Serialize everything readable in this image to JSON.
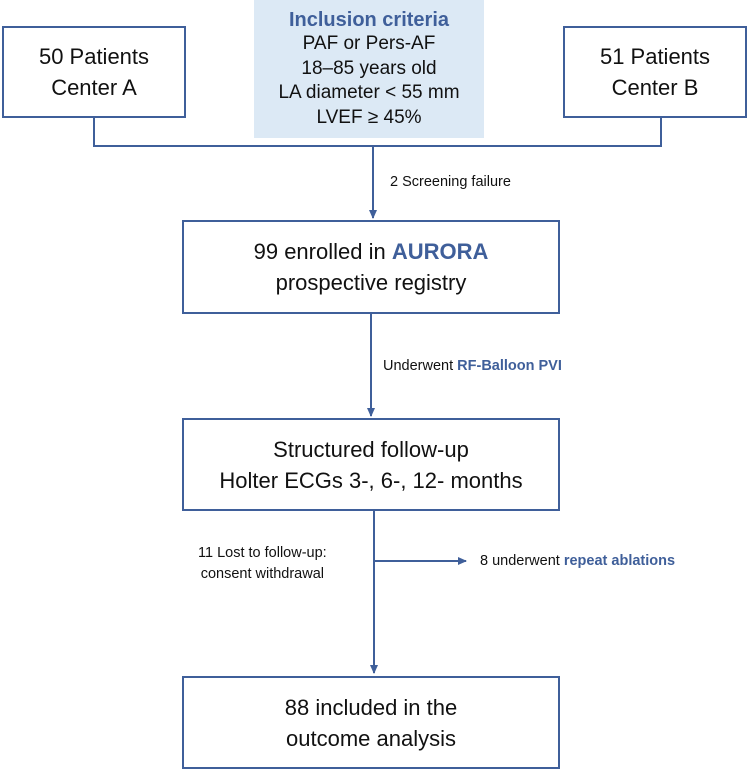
{
  "center_a": {
    "line1": "50 Patients",
    "line2": "Center A"
  },
  "center_b": {
    "line1": "51 Patients",
    "line2": "Center B"
  },
  "inclusion": {
    "heading": "Inclusion criteria",
    "items": [
      "PAF or Pers-AF",
      "18–85 years old",
      "LA diameter < 55 mm",
      "LVEF ≥ 45%"
    ]
  },
  "screening_note": "2 Screening failure",
  "enrolled": {
    "line1_prefix": "99 enrolled in ",
    "line1_highlight": "AURORA",
    "line2": "prospective registry"
  },
  "procedure_note": {
    "prefix": "Underwent ",
    "highlight": "RF-Balloon PVI"
  },
  "followup": {
    "line1": "Structured follow-up",
    "line2": "Holter ECGs 3-, 6-, 12- months"
  },
  "lost_note": {
    "line1": "11 Lost to follow-up:",
    "line2": "consent withdrawal"
  },
  "repeat_note": {
    "prefix": "8 underwent ",
    "highlight": "repeat ablations"
  },
  "included": {
    "line1": "88 included in the",
    "line2": "outcome analysis"
  },
  "colors": {
    "accent": "#3f5f9a",
    "criteria_fill": "#dce9f5"
  }
}
